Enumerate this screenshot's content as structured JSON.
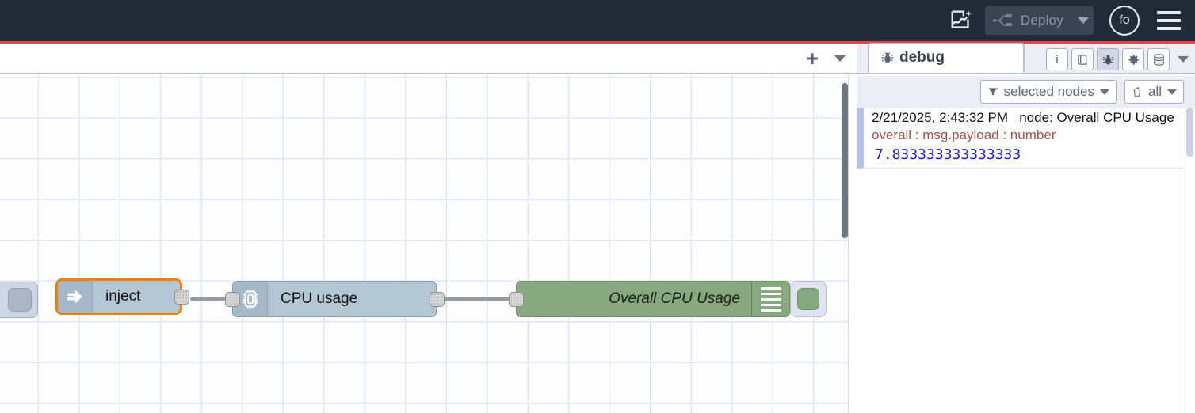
{
  "header": {
    "ai_icon": "flow-sparkle-icon",
    "deploy_label": "Deploy",
    "deploy_icon": "deploy-icon",
    "deploy_caret": "chevron-down-icon",
    "avatar_initials": "fo",
    "menu_icon": "hamburger-menu-icon"
  },
  "canvas_tabbar": {
    "add_label": "+",
    "dropdown_icon": "chevron-down-icon"
  },
  "flow": {
    "nodes": [
      {
        "id": "clipped",
        "label": "",
        "type": "partial-node"
      },
      {
        "id": "inject",
        "label": "inject",
        "icon": "arrow-right-icon",
        "selected": true,
        "color": "#b3c6d4"
      },
      {
        "id": "cpu",
        "label": "CPU usage",
        "icon": "cpu-chip-icon",
        "selected": false,
        "color": "#b3c6d4"
      },
      {
        "id": "debug",
        "label": "Overall CPU Usage",
        "icon": "debug-lines-icon",
        "selected": false,
        "color": "#87a980"
      }
    ],
    "colors": {
      "node_blue": "#b3c6d4",
      "node_green": "#87a980",
      "selection": "#f08000",
      "wire": "#9a9ba1",
      "grid": "#e4e6f4"
    }
  },
  "sidebar": {
    "tab": {
      "label": "debug",
      "icon": "bug-icon"
    },
    "tool_icons": [
      {
        "name": "info-icon",
        "glyph": "i",
        "active": false
      },
      {
        "name": "help-book-icon",
        "glyph": "☰",
        "active": false
      },
      {
        "name": "debug-bug-icon",
        "glyph": "✱",
        "active": true
      },
      {
        "name": "gear-icon",
        "glyph": "⚙",
        "active": false
      },
      {
        "name": "context-data-icon",
        "glyph": "⌸",
        "active": false
      }
    ],
    "more_icon": "chevron-down-icon",
    "filters": {
      "node_filter_label": "selected nodes",
      "node_filter_icon": "funnel-filter-icon",
      "clear_label": "all",
      "clear_icon": "trash-icon",
      "caret_icon": "chevron-down-icon"
    },
    "messages": [
      {
        "timestamp": "2/21/2025, 2:43:32 PM",
        "node": "node: Overall CPU Usage",
        "topic": "overall : msg.payload : number",
        "value": "7.833333333333333"
      }
    ]
  },
  "colors": {
    "header_bg": "#222b38",
    "accent_red": "#d94a4a",
    "sidebar_bg": "#eceef5",
    "msg_value": "#2020d0",
    "msg_topic": "#a0504a"
  }
}
